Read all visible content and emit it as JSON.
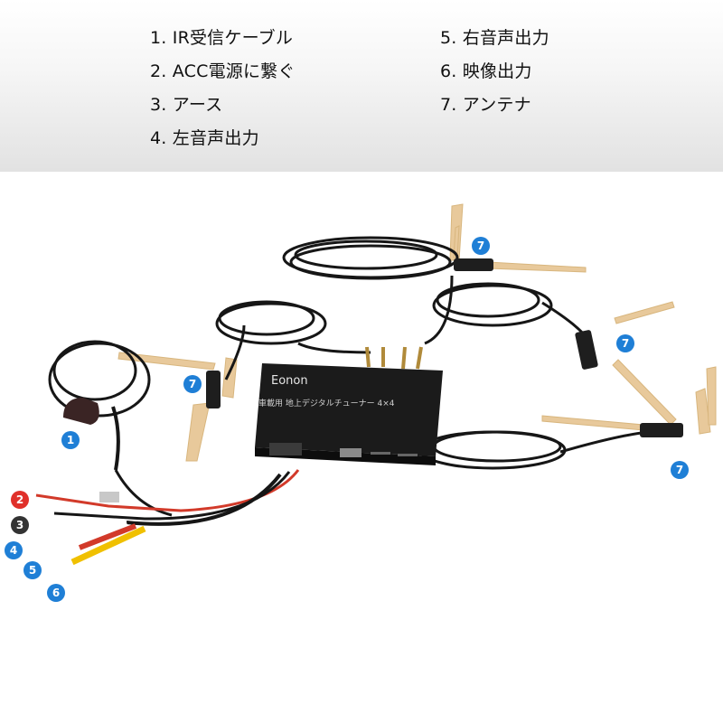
{
  "legend": {
    "items": [
      "1. IR受信ケーブル",
      "2. ACC電源に繋ぐ",
      "3. アース",
      "4. 左音声出力",
      "5. 右音声出力",
      "6. 映像出力",
      "7.  アンテナ"
    ]
  },
  "device": {
    "brand": "Eonon",
    "label": "車載用 地上デジタルチューナー 4×4"
  },
  "callouts": [
    "1",
    "2",
    "3",
    "4",
    "5",
    "6",
    "7",
    "7",
    "7",
    "7"
  ],
  "colors": {
    "callout_blue": "#1f7fd6",
    "callout_red": "#e0302a",
    "callout_dark": "#333333",
    "device_body": "#1b1b1b",
    "cable": "#161616",
    "antenna": "#e8c99b"
  }
}
